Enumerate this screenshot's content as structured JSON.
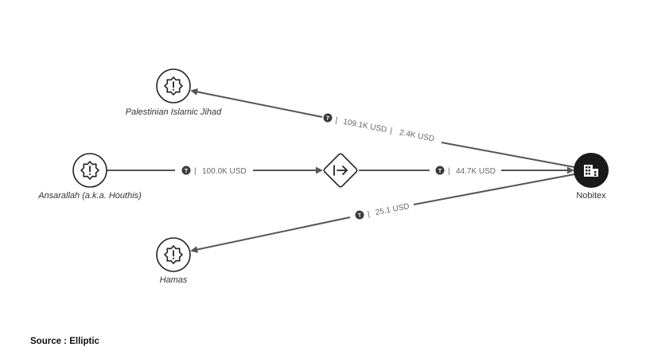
{
  "colors": {
    "edge": "#555555",
    "node_stroke": "#222222",
    "dark_node": "#1a1a1a",
    "token_badge": "#3a3a3a",
    "label_text": "#666666"
  },
  "nodes": {
    "pij": {
      "label": "Palestinian Islamic Jihad",
      "icon": "alert-badge-icon"
    },
    "houthis": {
      "label": "Ansarallah (a.k.a. Houthis)",
      "icon": "alert-badge-icon"
    },
    "hamas": {
      "label": "Hamas",
      "icon": "alert-badge-icon"
    },
    "bridge": {
      "icon": "forward-arrow-diamond-icon"
    },
    "nobitex": {
      "label": "Nobitex",
      "icon": "building-icon"
    }
  },
  "edges": {
    "nobitex_to_pij": {
      "token_symbol": "T",
      "amount1": "109.1K USD",
      "amount2": "2.4K USD"
    },
    "houthis_to_bridge": {
      "token_symbol": "T",
      "amount": "100.0K USD"
    },
    "bridge_to_nobitex": {
      "token_symbol": "T",
      "amount": "44.7K USD"
    },
    "nobitex_to_hamas": {
      "token_symbol": "T",
      "amount": "25.1 USD"
    }
  },
  "source": "Source : Elliptic"
}
